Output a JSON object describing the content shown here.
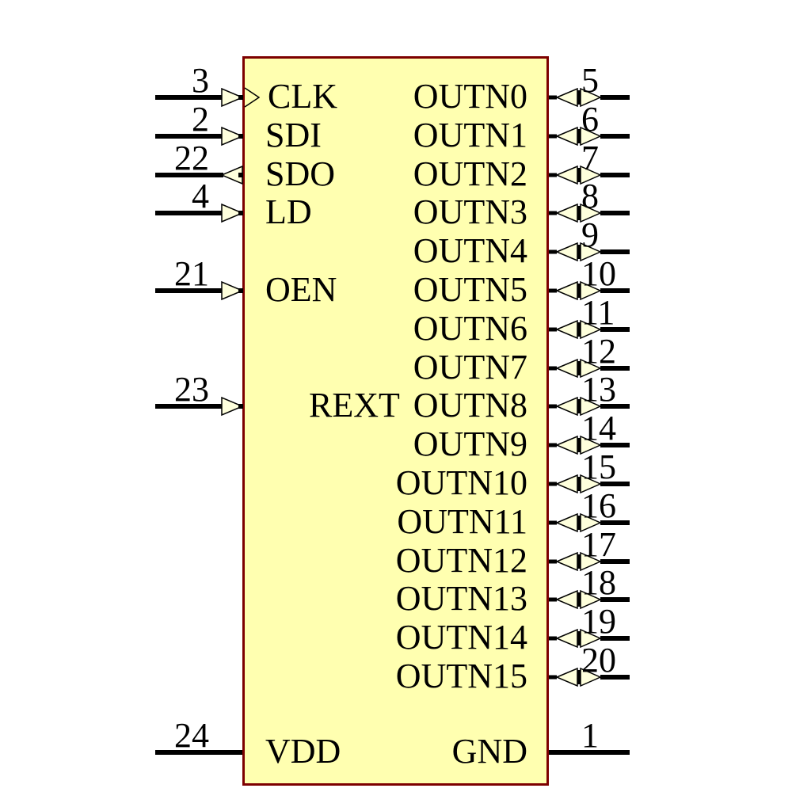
{
  "component": {
    "kind": "ic-schematic-symbol",
    "colors": {
      "background": "#FFFFFF",
      "body_fill": "#FFFFB0",
      "body_border": "#7D0000",
      "arrow_fill": "#FEFFDC",
      "wire": "#000000",
      "text": "#000000"
    },
    "pins": {
      "left": [
        {
          "number": "3",
          "label": "CLK",
          "type": "clock-input",
          "row": 0
        },
        {
          "number": "2",
          "label": "SDI",
          "type": "input",
          "row": 1
        },
        {
          "number": "22",
          "label": "SDO",
          "type": "output",
          "row": 2
        },
        {
          "number": "4",
          "label": "LD",
          "type": "input",
          "row": 3
        },
        {
          "number": "21",
          "label": "OEN",
          "type": "input",
          "row": 5
        },
        {
          "number": "23",
          "label": "REXT",
          "type": "input",
          "row": 8
        },
        {
          "number": "24",
          "label": "VDD",
          "type": "power",
          "row": "power"
        }
      ],
      "right": [
        {
          "number": "5",
          "label": "OUTN0",
          "type": "bidirectional",
          "row": 0
        },
        {
          "number": "6",
          "label": "OUTN1",
          "type": "bidirectional",
          "row": 1
        },
        {
          "number": "7",
          "label": "OUTN2",
          "type": "bidirectional",
          "row": 2
        },
        {
          "number": "8",
          "label": "OUTN3",
          "type": "bidirectional",
          "row": 3
        },
        {
          "number": "9",
          "label": "OUTN4",
          "type": "bidirectional",
          "row": 4
        },
        {
          "number": "10",
          "label": "OUTN5",
          "type": "bidirectional",
          "row": 5
        },
        {
          "number": "11",
          "label": "OUTN6",
          "type": "bidirectional",
          "row": 6
        },
        {
          "number": "12",
          "label": "OUTN7",
          "type": "bidirectional",
          "row": 7
        },
        {
          "number": "13",
          "label": "OUTN8",
          "type": "bidirectional",
          "row": 8
        },
        {
          "number": "14",
          "label": "OUTN9",
          "type": "bidirectional",
          "row": 9
        },
        {
          "number": "15",
          "label": "OUTN10",
          "type": "bidirectional",
          "row": 10
        },
        {
          "number": "16",
          "label": "OUTN11",
          "type": "bidirectional",
          "row": 11
        },
        {
          "number": "17",
          "label": "OUTN12",
          "type": "bidirectional",
          "row": 12
        },
        {
          "number": "18",
          "label": "OUTN13",
          "type": "bidirectional",
          "row": 13
        },
        {
          "number": "19",
          "label": "OUTN14",
          "type": "bidirectional",
          "row": 14
        },
        {
          "number": "20",
          "label": "OUTN15",
          "type": "bidirectional",
          "row": 15
        },
        {
          "number": "1",
          "label": "GND",
          "type": "power",
          "row": "power"
        }
      ]
    }
  }
}
